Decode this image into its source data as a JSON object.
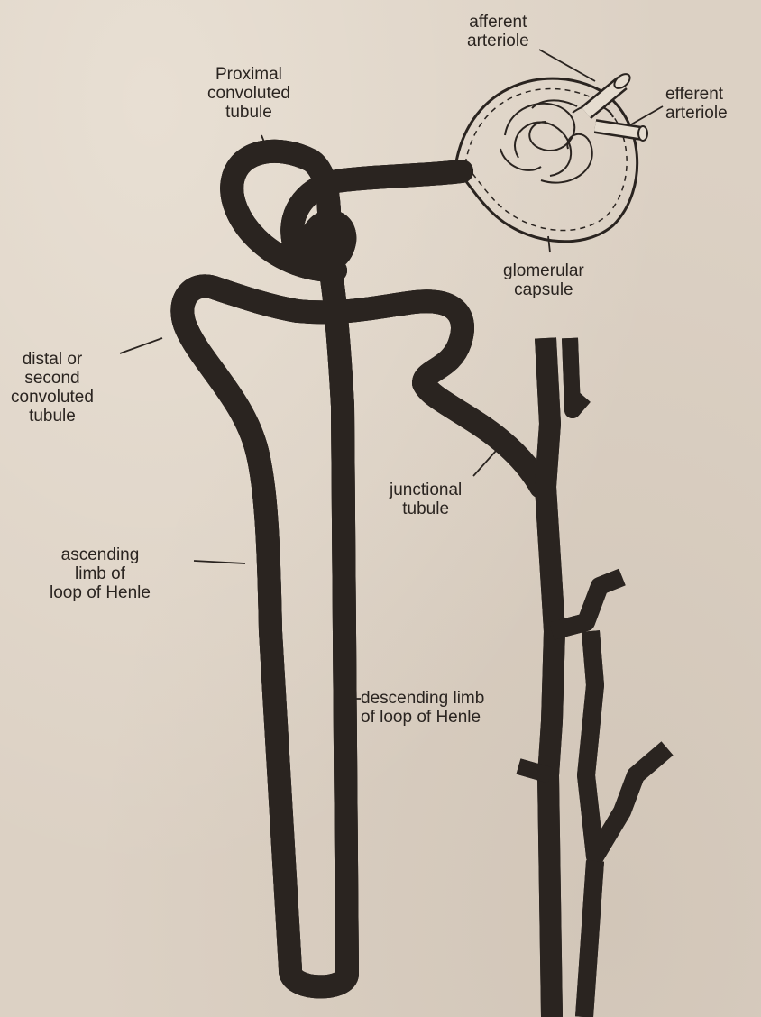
{
  "labels": {
    "afferent_arteriole": [
      "afferent",
      "arteriole"
    ],
    "efferent_arteriole": [
      "efferent",
      "arteriole"
    ],
    "proximal_convoluted_tubule": [
      "Proximal",
      "convoluted",
      "tubule"
    ],
    "glomerular_capsule": [
      "glomerular",
      "capsule"
    ],
    "distal_convoluted_tubule": [
      "distal or",
      "second",
      "convoluted",
      "tubule"
    ],
    "junctional_tubule": [
      "junctional",
      "tubule"
    ],
    "ascending_limb": [
      "ascending",
      "limb of",
      "loop of Henle"
    ],
    "descending_limb": [
      "descending limb",
      "of loop of Henle"
    ]
  },
  "colors": {
    "paper": "#dcd1c4",
    "ink": "#2a2420"
  }
}
